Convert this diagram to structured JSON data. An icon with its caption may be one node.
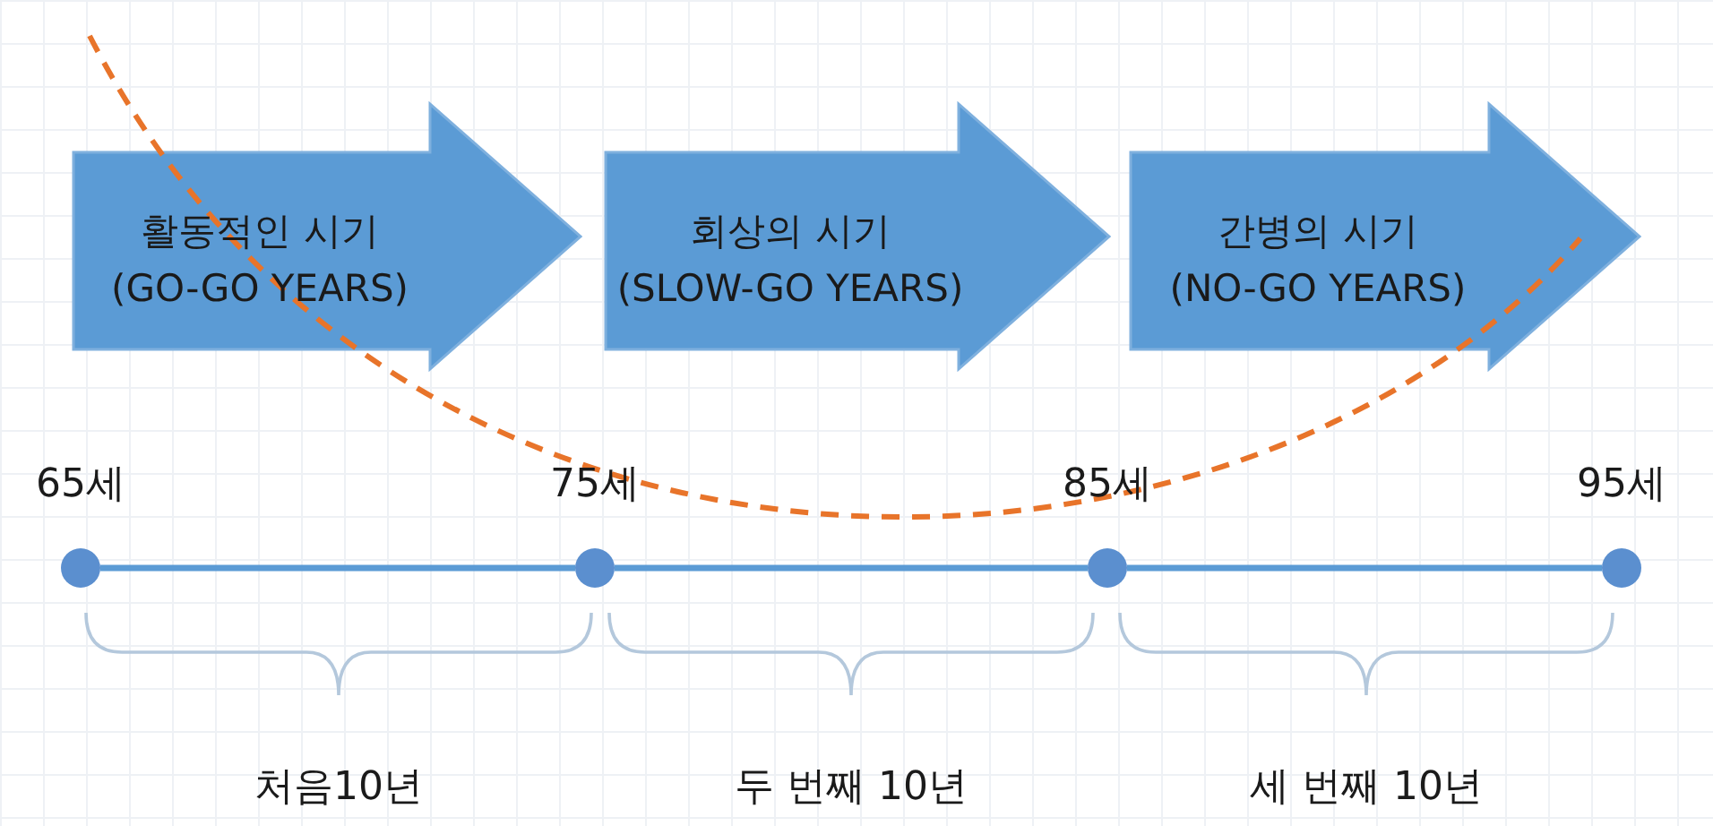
{
  "diagram": {
    "nodes": [
      {
        "text": [
          "활동적인 시기",
          "(GO-GO YEARS)"
        ]
      },
      {
        "text": [
          "회상의 시기",
          "(SLOW-GO YEARS)"
        ]
      },
      {
        "text": [
          "간병의 시기",
          "(NO-GO YEARS)"
        ]
      },
      {
        "text": [],
        "shape": "circle",
        "beside": [
          "65세"
        ]
      },
      {
        "text": [],
        "shape": "circle",
        "beside": [
          "75세"
        ]
      },
      {
        "text": [],
        "shape": "circle",
        "beside": [
          "85세"
        ]
      },
      {
        "text": [],
        "shape": "circle",
        "beside": [
          "95세"
        ]
      }
    ],
    "edges": [
      {
        "from": 3,
        "to": 4,
        "arrow": "none"
      },
      {
        "from": 4,
        "to": 5,
        "arrow": "none"
      },
      {
        "from": 5,
        "to": 6,
        "arrow": "none"
      }
    ],
    "labels": [
      "처음10년",
      "두 번째 10년",
      "세 번째 10년"
    ]
  }
}
